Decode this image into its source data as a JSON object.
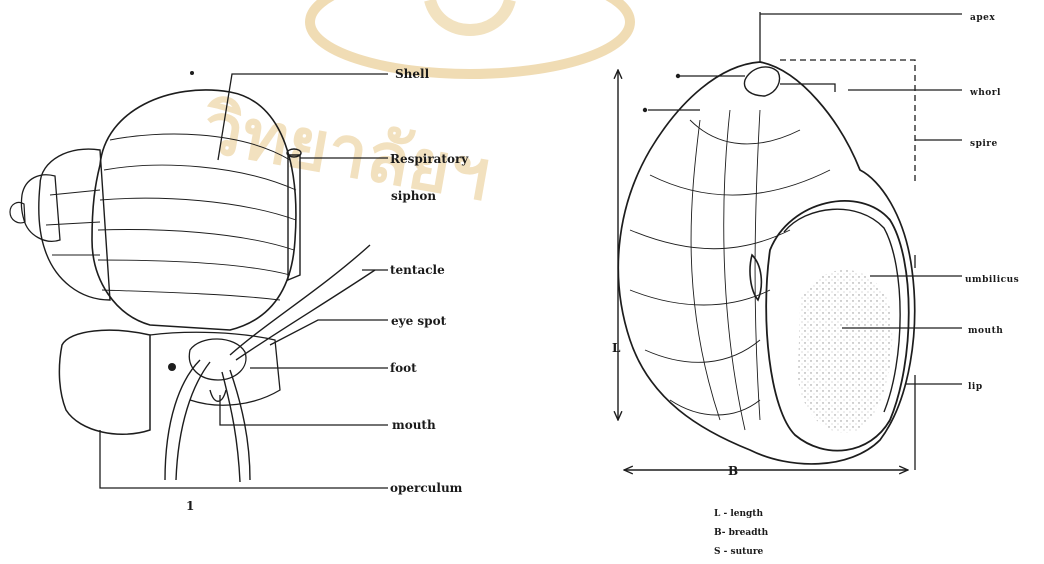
{
  "watermark": {
    "text": "วิทยาลัยฯ",
    "color": "#f0dcb4"
  },
  "left_figure": {
    "labels": {
      "shell": "Shell",
      "respiratory": "Respiratory",
      "siphon": "siphon",
      "tentacle": "tentacle",
      "eye_spot": "eye spot",
      "foot": "foot",
      "mouth": "mouth",
      "operculum": "operculum"
    },
    "caption_mark": "1"
  },
  "right_figure": {
    "labels": {
      "apex": "apex",
      "whorl": "whorl",
      "spire": "spire",
      "umbilicus": "umbilicus",
      "mouth": "mouth",
      "lip": "lip"
    },
    "dimension_length": "L",
    "dimension_breadth": "B",
    "legend": [
      "L - length",
      "B- breadth",
      "S - suture"
    ]
  },
  "colors": {
    "ink": "#1d1d1d",
    "background": "#ffffff"
  }
}
